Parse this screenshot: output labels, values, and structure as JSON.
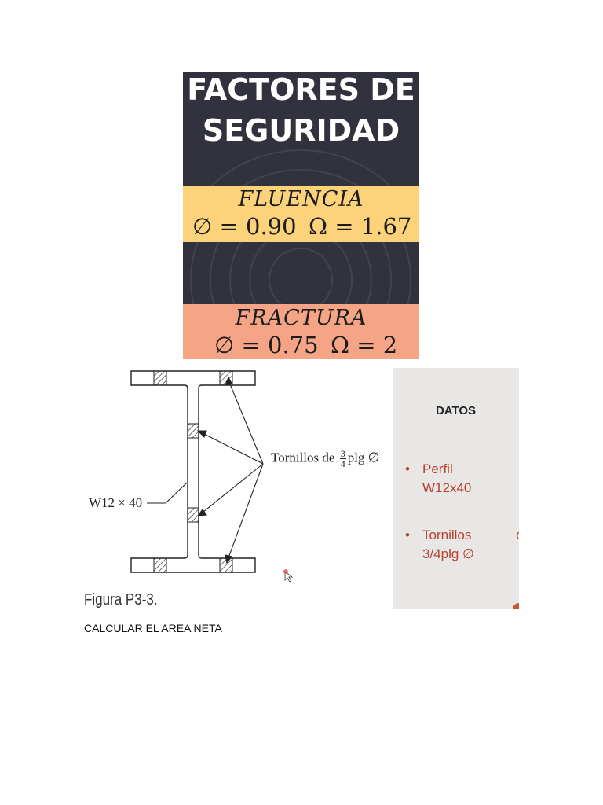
{
  "factors": {
    "title_line1": "FACTORES DE",
    "title_line2": "SEGURIDAD",
    "fluencia": {
      "label": "FLUENCIA",
      "phi": "∅ = 0.90",
      "omega": "Ω = 1.67"
    },
    "fractura": {
      "label": "FRACTURA",
      "phi": "∅ = 0.75",
      "omega": "Ω = 2"
    },
    "colors": {
      "background": "#32323e",
      "fluencia_band": "#fcd27a",
      "fractura_band": "#f5a486"
    }
  },
  "figure": {
    "section_label": "W12 × 40",
    "bolts_label_prefix": "Tornillos de",
    "bolts_fraction_num": "3",
    "bolts_fraction_den": "4",
    "bolts_label_suffix": "plg ∅",
    "caption": "Figura P3-3."
  },
  "datos": {
    "heading": "DATOS",
    "bullet": "•",
    "item1_line1": "Perfil",
    "item1_line2": "W12x40",
    "item2_word1": "Tornillos",
    "item2_word2": "de",
    "item2_line2": "3/4plg ∅",
    "accent_color": "#b8402c"
  },
  "task": "CALCULAR EL AREA NETA"
}
